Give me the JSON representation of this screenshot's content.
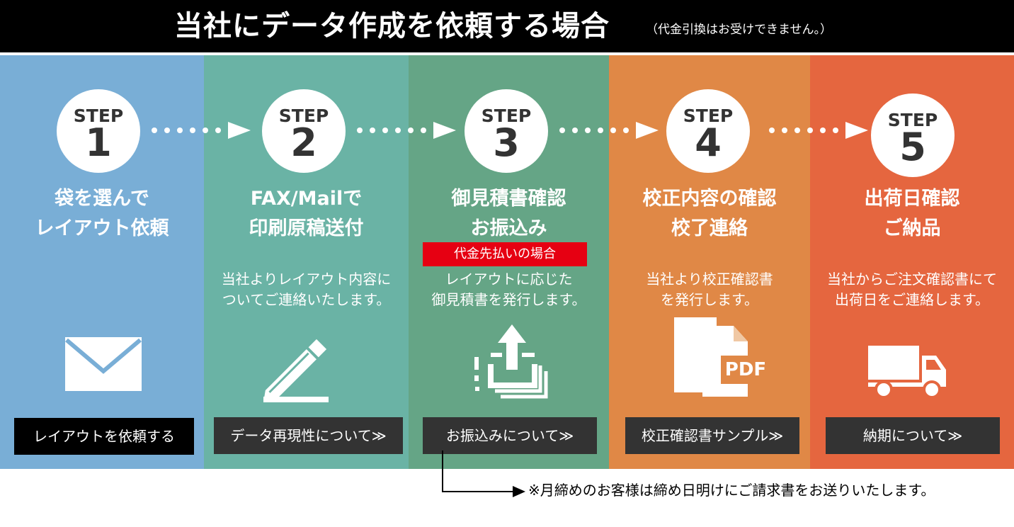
{
  "header": {
    "title": "当社にデータ作成を依頼する場合",
    "note": "（代金引換はお受けできません。）"
  },
  "colors": {
    "step1": "#79aed6",
    "step2": "#6ab3a5",
    "step3": "#65a586",
    "step4": "#e08846",
    "step5": "#e5663f",
    "button_dark": "#333333",
    "button_black": "#000000",
    "red_tag": "#e60012"
  },
  "steps": [
    {
      "label": "STEP",
      "number": "1",
      "heading_line1": "袋を選んで",
      "heading_line2": "レイアウト依頼",
      "desc_line1": "",
      "desc_line2": "",
      "icon": "envelope-icon",
      "button": "レイアウトを依頼する"
    },
    {
      "label": "STEP",
      "number": "2",
      "heading_line1": "FAX/Mailで",
      "heading_line2": "印刷原稿送付",
      "desc_line1": "当社よりレイアウト内容に",
      "desc_line2": "ついてご連絡いたします。",
      "icon": "pencil-icon",
      "button": "データ再現性について≫"
    },
    {
      "label": "STEP",
      "number": "3",
      "heading_line1": "御見積書確認",
      "heading_line2": "お振込み",
      "tag": "代金先払いの場合",
      "desc_line1": "レイアウトに応じた",
      "desc_line2": "御見積書を発行します。",
      "icon": "upload-icon",
      "button": "お振込みについて≫"
    },
    {
      "label": "STEP",
      "number": "4",
      "heading_line1": "校正内容の確認",
      "heading_line2": "校了連絡",
      "desc_line1": "当社より校正確認書",
      "desc_line2": "を発行します。",
      "icon": "pdf-document-icon",
      "pdf_label": "PDF",
      "button": "校正確認書サンプル≫"
    },
    {
      "label": "STEP",
      "number": "5",
      "heading_line1": "出荷日確認",
      "heading_line2": "ご納品",
      "desc_line1": "当社からご注文確認書にて",
      "desc_line2": "出荷日をご連絡します。",
      "icon": "truck-icon",
      "button": "納期について≫"
    }
  ],
  "footer_note": "※月締めのお客様は締め日明けにご請求書をお送りいたします。"
}
